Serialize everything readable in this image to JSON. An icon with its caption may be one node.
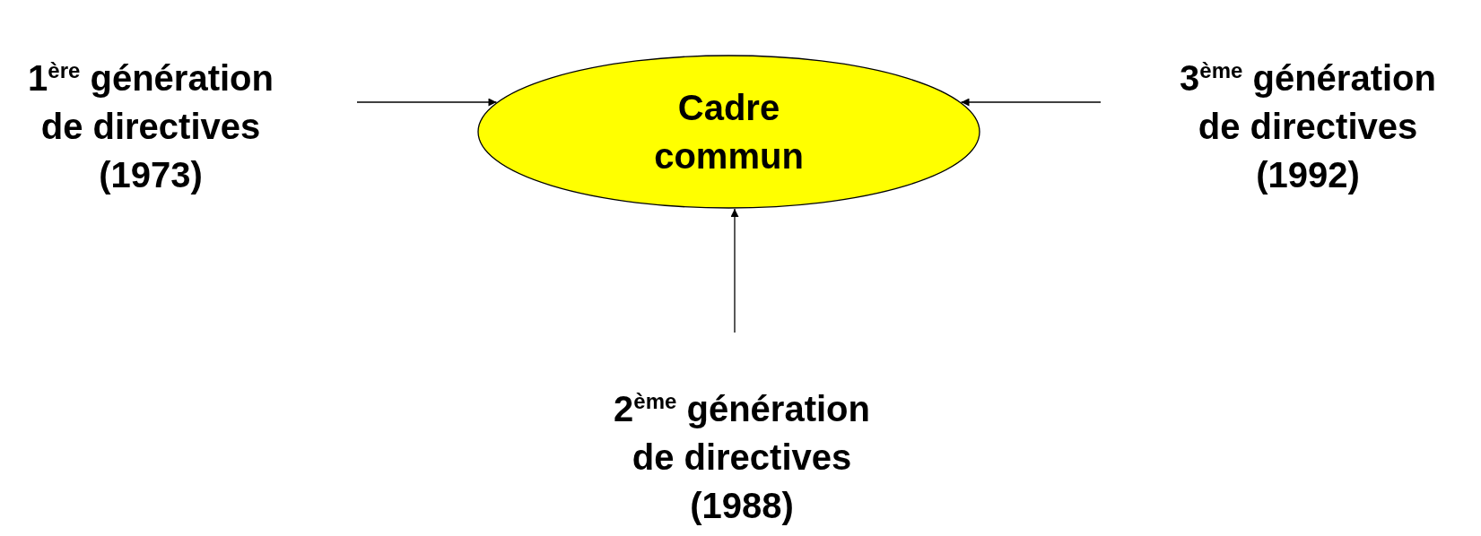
{
  "diagram": {
    "nodes": [
      {
        "text": [
          "Cadre commun"
        ]
      },
      {
        "text": [
          "1$^{ère}$ génération de directives (1973)"
        ]
      },
      {
        "text": [
          "2$^{ème}$ génération de directives (1988)"
        ]
      },
      {
        "text": [
          "3$^{ème}$ génération de directives (1992)"
        ]
      }
    ],
    "edges": [
      {
        "from": 1,
        "to": 0,
        "arrow": "to"
      },
      {
        "from": 2,
        "to": 0,
        "arrow": "to"
      },
      {
        "from": 3,
        "to": 0,
        "arrow": "to"
      }
    ]
  }
}
